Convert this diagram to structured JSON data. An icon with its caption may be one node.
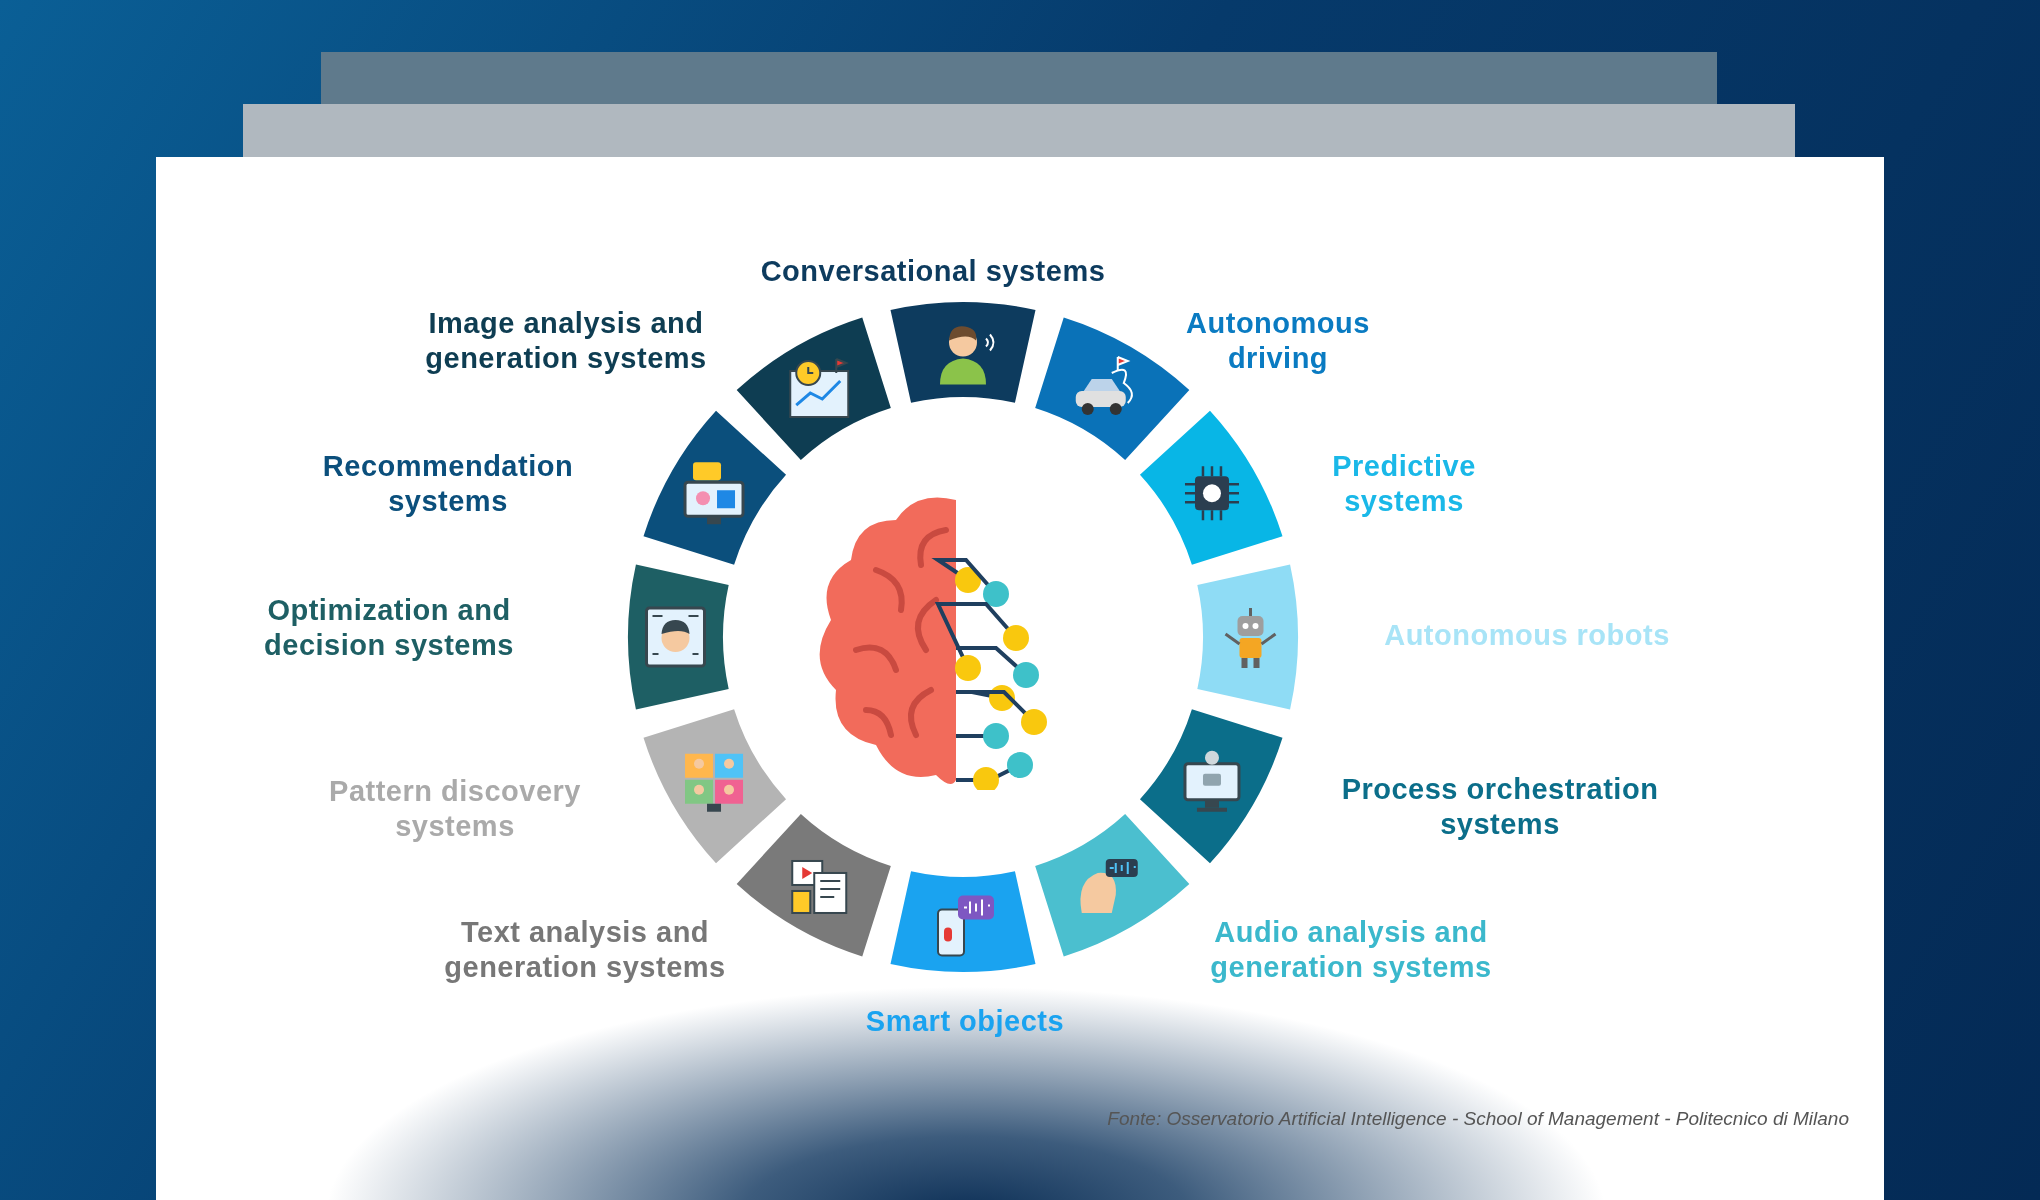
{
  "diagram": {
    "caption": "Fonte: Osservatorio Artificial Intelligence - School of Management - Politecnico di Milano",
    "nodes": [
      {
        "text": [
          "Conversational systems"
        ]
      },
      {
        "text": [
          "Autonomous driving"
        ]
      },
      {
        "text": [
          "Predictive systems"
        ]
      },
      {
        "text": [
          "Autonomous robots"
        ]
      },
      {
        "text": [
          "Process orchestration systems"
        ]
      },
      {
        "text": [
          "Audio analysis and generation systems"
        ]
      },
      {
        "text": [
          "Smart objects"
        ]
      },
      {
        "text": [
          "Text analysis and generation systems"
        ]
      },
      {
        "text": [
          "Pattern discovery systems"
        ]
      },
      {
        "text": [
          "Optimization and decision systems"
        ]
      },
      {
        "text": [
          "Recommendation systems"
        ]
      },
      {
        "text": [
          "Image analysis and generation systems"
        ]
      },
      {
        "text": [],
        "shape": "picture"
      }
    ],
    "edges": []
  }
}
